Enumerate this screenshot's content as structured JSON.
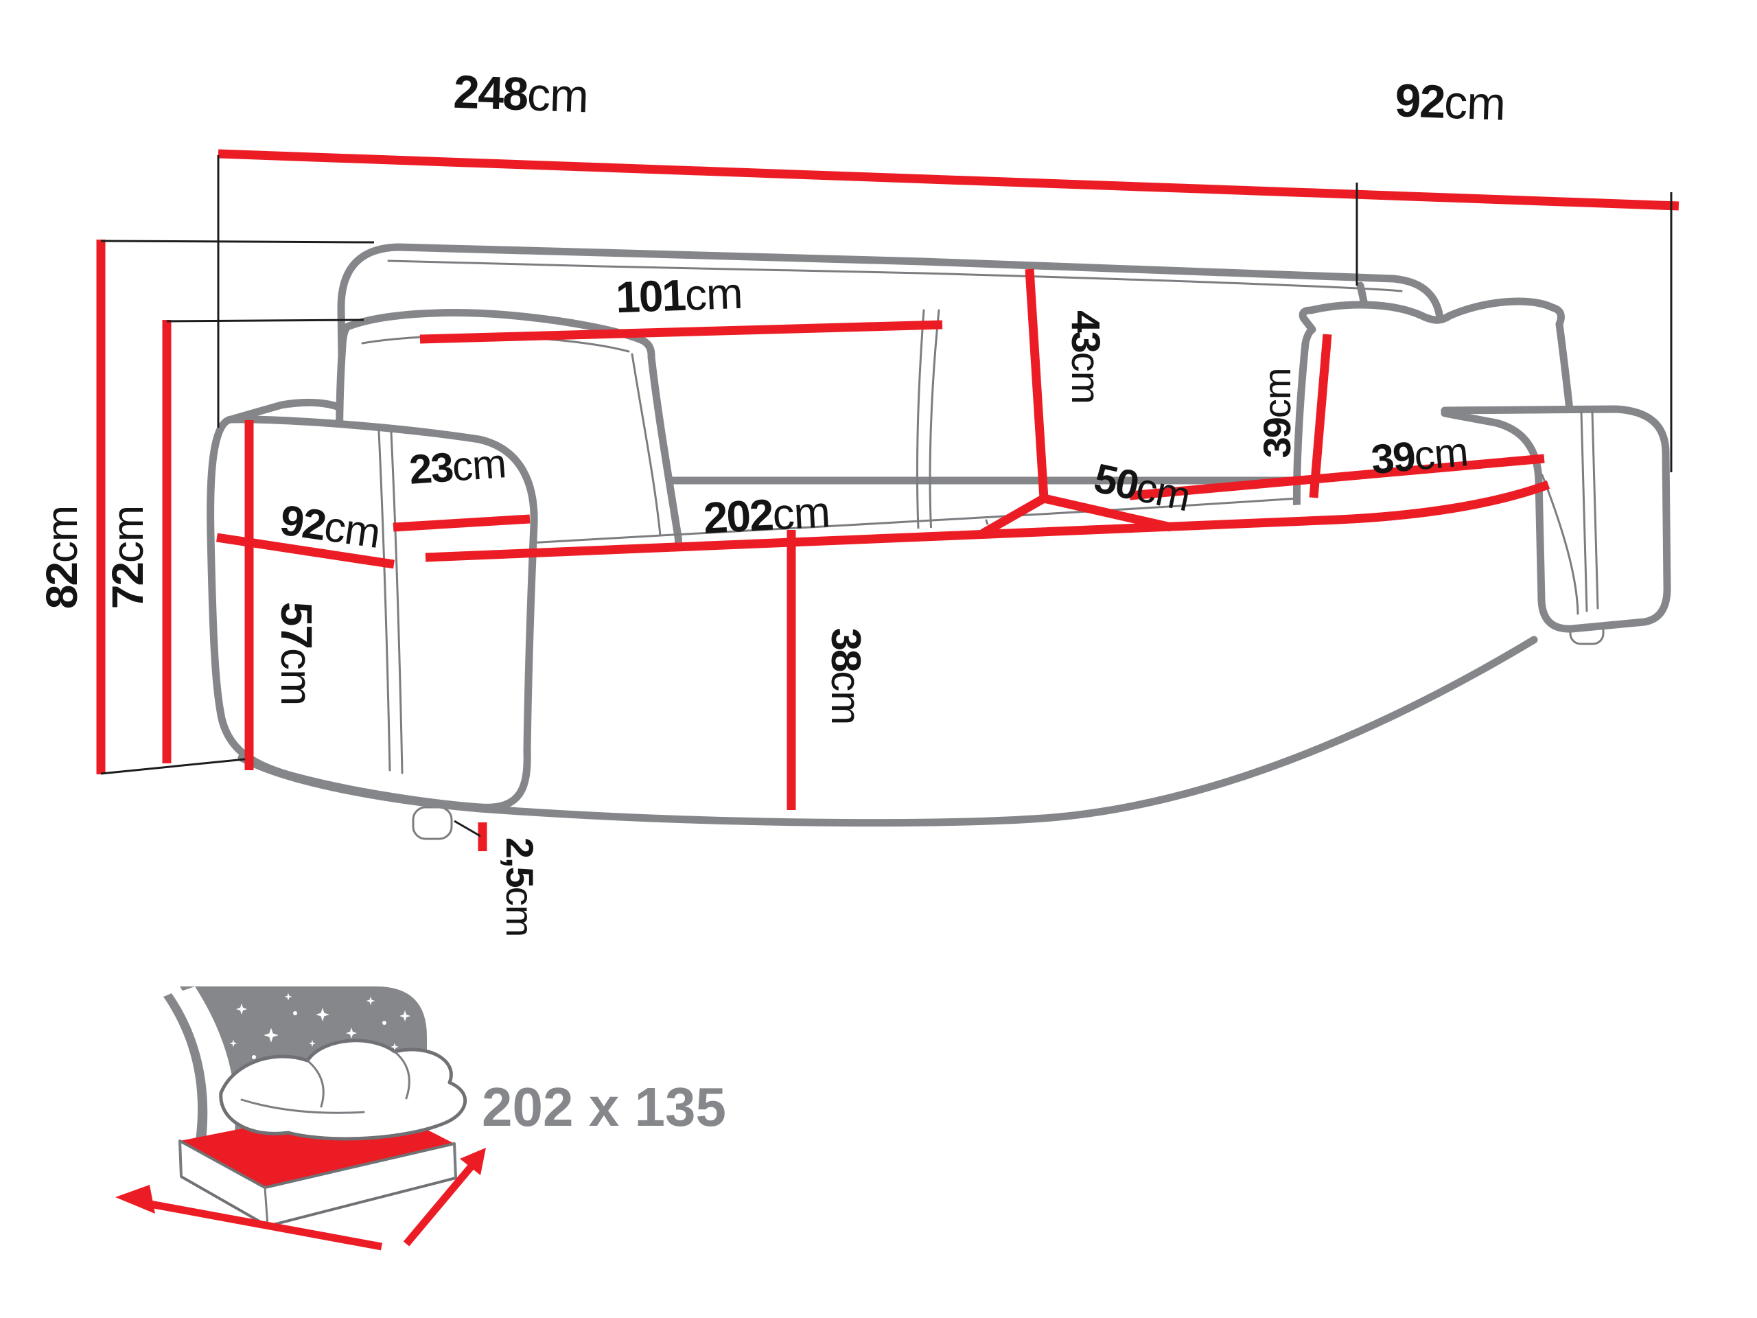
{
  "diagram": {
    "type": "sofa-dimension-drawing",
    "units": "cm",
    "colors": {
      "dimension_red": "#EC1C24",
      "outline_gray": "#84868a",
      "icon_gray": "#85878a",
      "text_black": "#141414"
    },
    "dims": {
      "overall_width": {
        "value": "248",
        "unit": "cm"
      },
      "overall_depth": {
        "value": "92",
        "unit": "cm"
      },
      "overall_height": {
        "value": "82",
        "unit": "cm"
      },
      "backrest_height": {
        "value": "72",
        "unit": "cm"
      },
      "back_cushion_width": {
        "value": "101",
        "unit": "cm"
      },
      "back_cushion_height": {
        "value": "43",
        "unit": "cm"
      },
      "armrest_width": {
        "value": "23",
        "unit": "cm"
      },
      "side_depth": {
        "value": "92",
        "unit": "cm"
      },
      "armrest_height": {
        "value": "57",
        "unit": "cm"
      },
      "seat_width": {
        "value": "202",
        "unit": "cm"
      },
      "seat_depth": {
        "value": "50",
        "unit": "cm"
      },
      "seat_front_height": {
        "value": "38",
        "unit": "cm"
      },
      "pillow_width": {
        "value": "39",
        "unit": "cm"
      },
      "pillow_height": {
        "value": "39",
        "unit": "cm"
      },
      "leg_height": {
        "value": "2,5",
        "unit": "cm"
      }
    },
    "bed_icon": {
      "sleeping_area": "202 x 135"
    }
  }
}
